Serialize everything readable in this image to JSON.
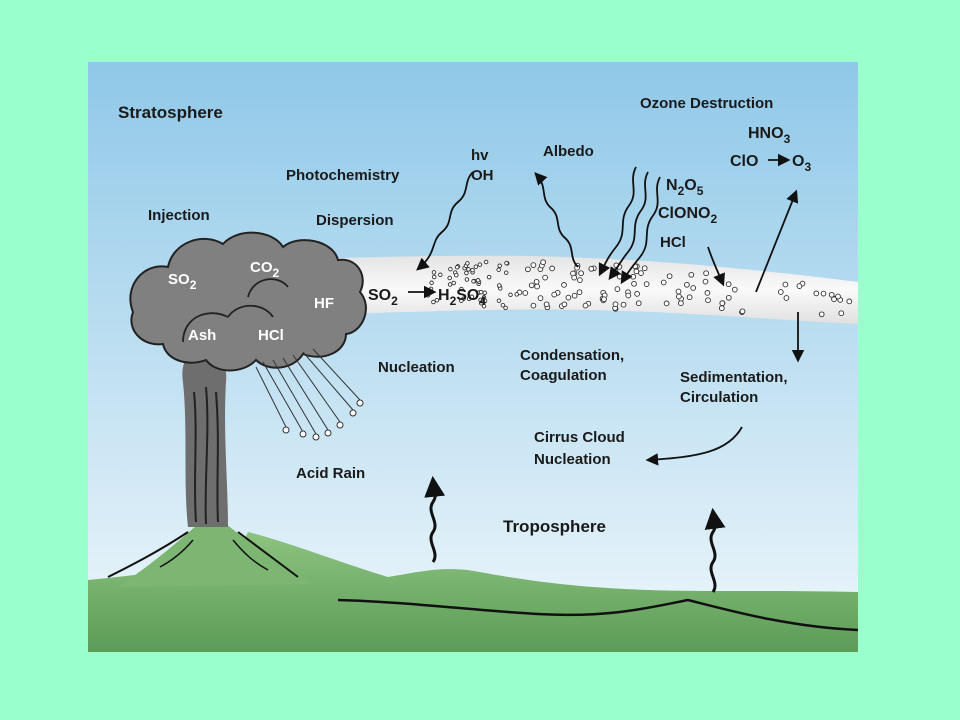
{
  "diagram": {
    "labels": {
      "stratosphere": "Stratosphere",
      "troposphere": "Troposphere",
      "injection": "Injection",
      "photochemistry": "Photochemistry",
      "hv": "hv",
      "oh": "OH",
      "dispersion": "Dispersion",
      "albedo": "Albedo",
      "ozone_destruction": "Ozone Destruction",
      "hno3": "HNO",
      "hno3_sub": "3",
      "clo": "ClO",
      "o3": "O",
      "o3_sub": "3",
      "n2o5_a": "N",
      "n2o5_sub1": "2",
      "n2o5_b": "O",
      "n2o5_sub2": "5",
      "clono2": "ClONO",
      "clono2_sub": "2",
      "hcl_strat": "HCl",
      "so2_cloud": "SO",
      "so2_cloud_sub": "2",
      "co2_cloud": "CO",
      "co2_cloud_sub": "2",
      "hf": "HF",
      "ash": "Ash",
      "hcl_cloud": "HCl",
      "so2_band": "SO",
      "so2_band_sub": "2",
      "h2so4_a": "H",
      "h2so4_sub1": "2",
      "h2so4_b": "SO",
      "h2so4_sub2": "4",
      "nucleation": "Nucleation",
      "condensation": "Condensation,",
      "coagulation": "Coagulation",
      "sedimentation": "Sedimentation,",
      "circulation": "Circulation",
      "cirrus_1": "Cirrus Cloud",
      "cirrus_2": "Nucleation",
      "acid_rain": "Acid Rain"
    },
    "colors": {
      "slide_background": "#99ffcc",
      "sky_top": "#8fc8e8",
      "sky_bottom": "#e8f4fa",
      "plume": "#7a7a7a",
      "aerosol_band": "#f0f0f0",
      "ground": "#6fae6a"
    }
  }
}
